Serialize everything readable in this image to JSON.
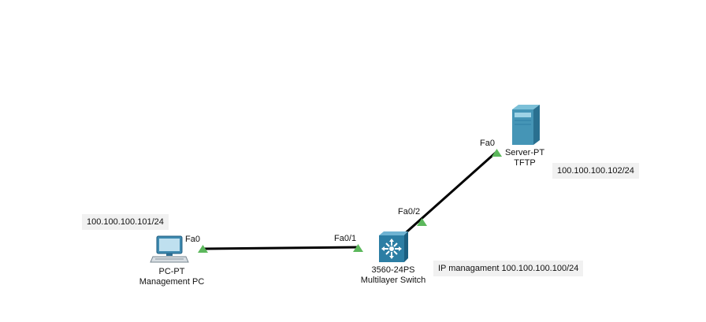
{
  "devices": {
    "pc": {
      "model": "PC-PT",
      "name": "Management PC",
      "port": "Fa0",
      "ip_note": "100.100.100.101/24"
    },
    "switch": {
      "model": "3560-24PS",
      "name": "Multilayer Switch",
      "port_to_pc": "Fa0/1",
      "port_to_server": "Fa0/2",
      "ip_note": "IP managament 100.100.100.100/24"
    },
    "server": {
      "model": "Server-PT",
      "name": "TFTP",
      "port": "Fa0",
      "ip_note": "100.100.100.102/24"
    }
  },
  "colors": {
    "link": "#000000",
    "link_up": "#5cb85c",
    "note_bg": "#f1f1f1",
    "device_blue": "#2f7fa5"
  }
}
